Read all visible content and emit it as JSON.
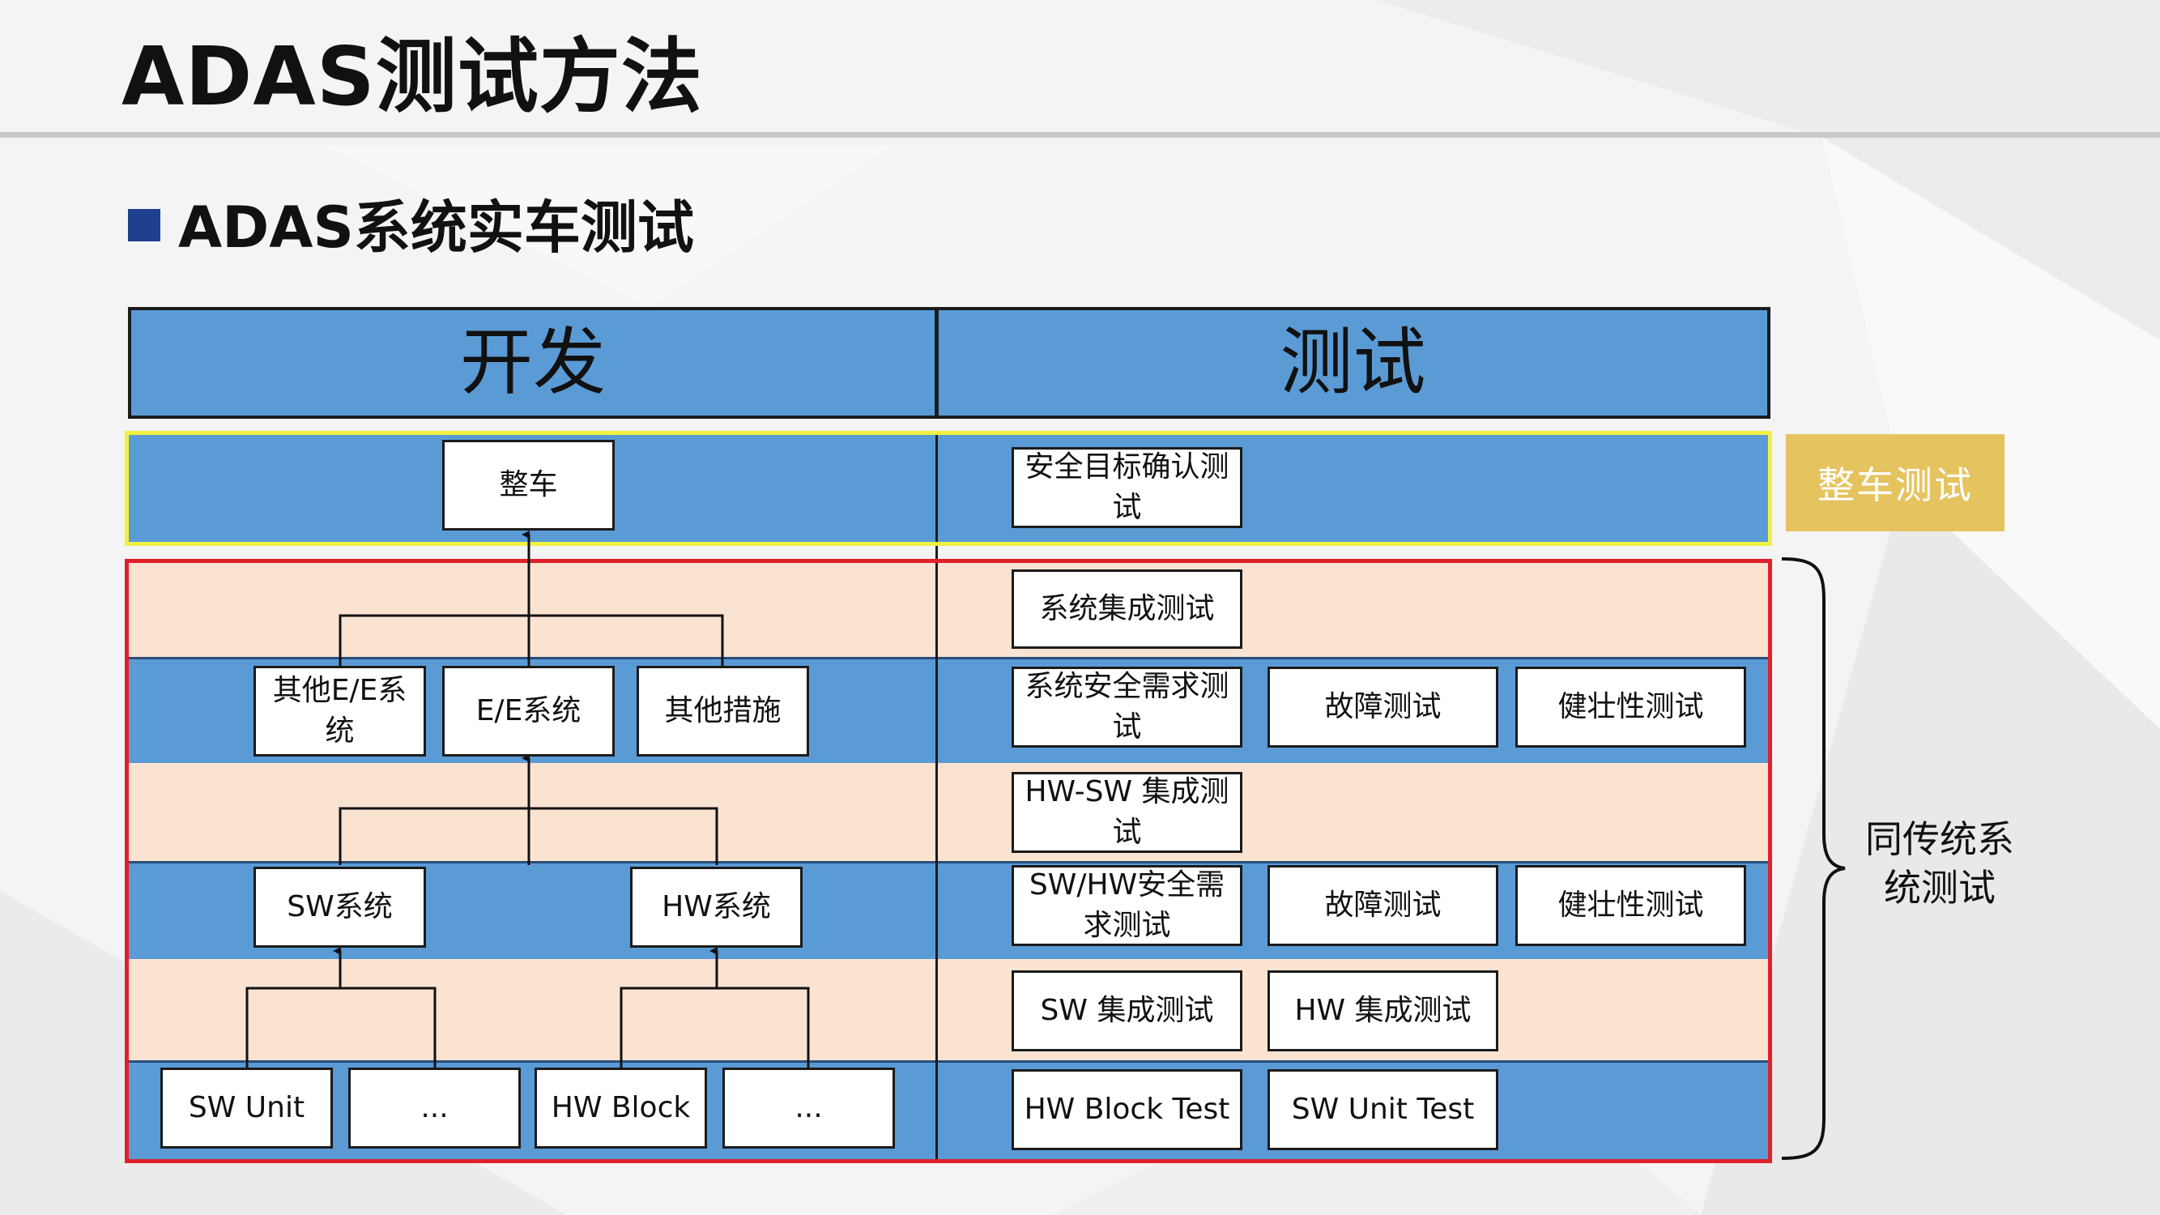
{
  "slide": {
    "title": "ADAS测试方法",
    "subtitle": "ADAS系统实车测试"
  },
  "header": {
    "left": "开发",
    "right": "测试"
  },
  "dev": {
    "vehicle": "整车",
    "other_ee": "其他E/E系统",
    "ee_system": "E/E系统",
    "other_measures": "其他措施",
    "sw_system": "SW系统",
    "hw_system": "HW系统",
    "sw_unit": "SW Unit",
    "ellipsis_1": "...",
    "hw_block": "HW Block",
    "ellipsis_2": "..."
  },
  "test": {
    "safety_goal_validation": "安全目标确认测试",
    "system_integration": "系统集成测试",
    "system_safety_req": "系统安全需求测试",
    "fault_test_1": "故障测试",
    "robustness_test_1": "健壮性测试",
    "hwsw_integration": "HW-SW 集成测试",
    "swhw_safety_req": "SW/HW安全需求测试",
    "fault_test_2": "故障测试",
    "robustness_test_2": "健壮性测试",
    "sw_integration": "SW 集成测试",
    "hw_integration": "HW 集成测试",
    "hw_block_test": "HW Block Test",
    "sw_unit_test": "SW Unit Test"
  },
  "labels": {
    "vehicle_test": "整车测试",
    "traditional_system_test": "同传统系统测试"
  },
  "colors": {
    "blue_band": "#5b9bd5",
    "peach_band": "#fbe3d2",
    "yellow_frame": "#f1f142",
    "red_frame": "#e0202a",
    "gold_tag": "#e5c35f",
    "bullet": "#1f3f8f"
  }
}
